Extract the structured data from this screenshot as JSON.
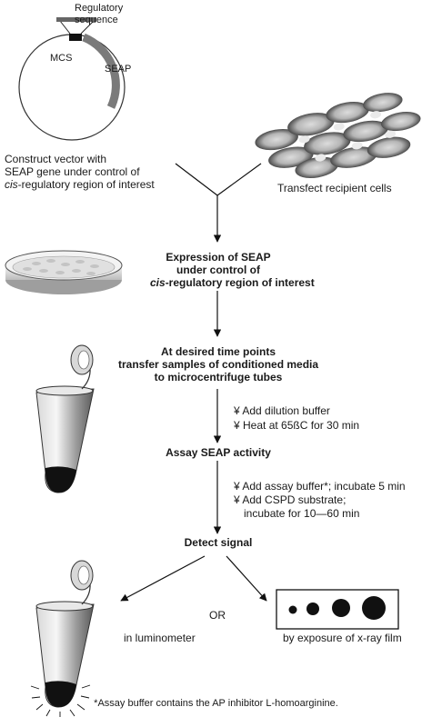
{
  "vector": {
    "regulatory_label_line1": "Regulatory",
    "regulatory_label_line2": "sequence",
    "mcs_label": "MCS",
    "seap_label": "SEAP",
    "caption_line1": "Construct vector with",
    "caption_line2": "SEAP gene under control of",
    "caption_line3_italic": "cis",
    "caption_line3_rest": "-regulatory region of interest"
  },
  "cells": {
    "caption": "Transfect recipient cells"
  },
  "step_expression": {
    "line1": "Expression of SEAP",
    "line2": "under control of",
    "line3_italic": "cis",
    "line3_rest": "-regulatory region of interest"
  },
  "step_transfer": {
    "line1": "At desired time points",
    "line2": "transfer samples of conditioned media",
    "line3": "to microcentrifuge tubes"
  },
  "substep_dilution": {
    "item1": "¥  Add dilution buffer",
    "item2": "¥  Heat at 65ßC for 30 min"
  },
  "step_assay": {
    "label": "Assay SEAP activity"
  },
  "substep_assay": {
    "item1": "¥  Add assay buffer*; incubate 5 min",
    "item2": "¥  Add CSPD substrate;",
    "item2_cont": "incubate for 10—60 min"
  },
  "step_detect": {
    "label": "Detect signal"
  },
  "outcomes": {
    "or_label": "OR",
    "luminometer_label": "in luminometer",
    "film_label": "by exposure of x-ray film"
  },
  "footnote": "*Assay buffer contains the AP inhibitor L-homoarginine."
}
